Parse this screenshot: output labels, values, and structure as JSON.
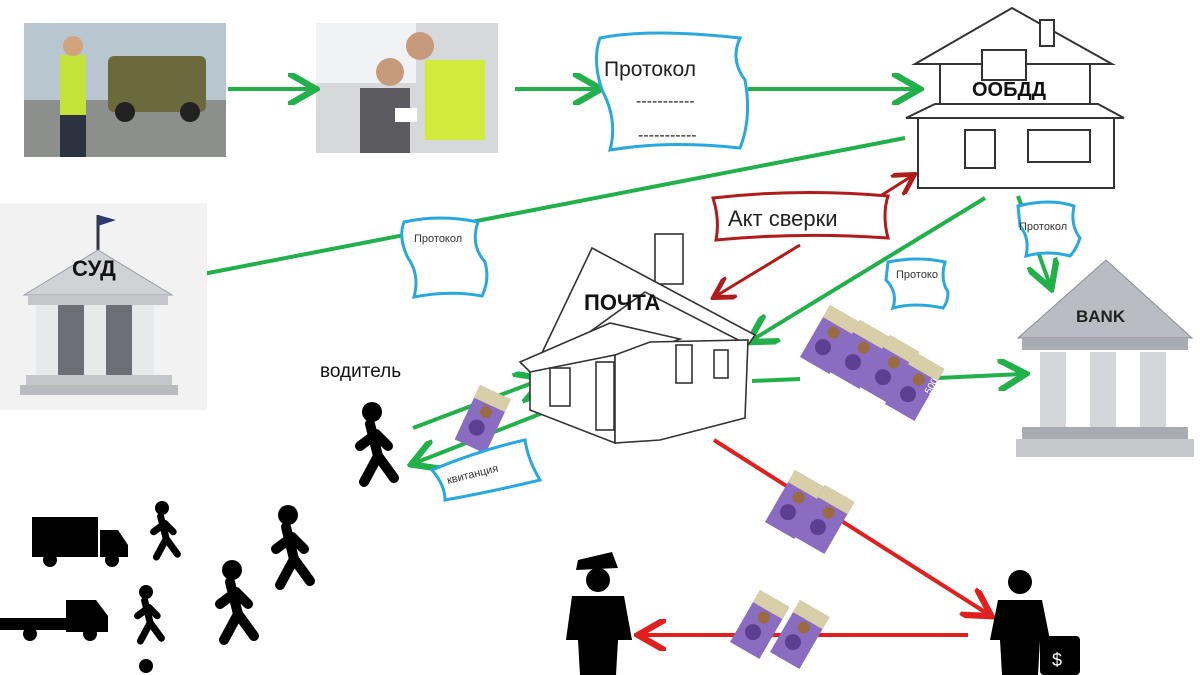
{
  "photos": {
    "traffic_stop": "traffic-stop-photo",
    "ticket_writing": "officer-writing-protocol-photo"
  },
  "protocol_top": {
    "title": "Протокол",
    "line1": "-----------",
    "line2": "-----------"
  },
  "oobdd": {
    "label": "ООБДД"
  },
  "court": {
    "label": "СУД"
  },
  "protocol_court": {
    "label": "Протокол"
  },
  "reconciliation": {
    "label": "Акт сверки"
  },
  "protocol_bank": {
    "label": "Протокол"
  },
  "protocol_post": {
    "label": "Протоко"
  },
  "post_office": {
    "label": "ПОЧТА"
  },
  "bank": {
    "label": "BANK"
  },
  "driver": {
    "label": "водитель"
  },
  "receipt": {
    "label": "квитанция"
  },
  "banknote": {
    "denomination": "500"
  },
  "colors": {
    "green": "#22b04b",
    "red": "#e0201f",
    "dark_red": "#b01c1c",
    "blue": "#29a8e0",
    "money": "#7a5bb0"
  }
}
